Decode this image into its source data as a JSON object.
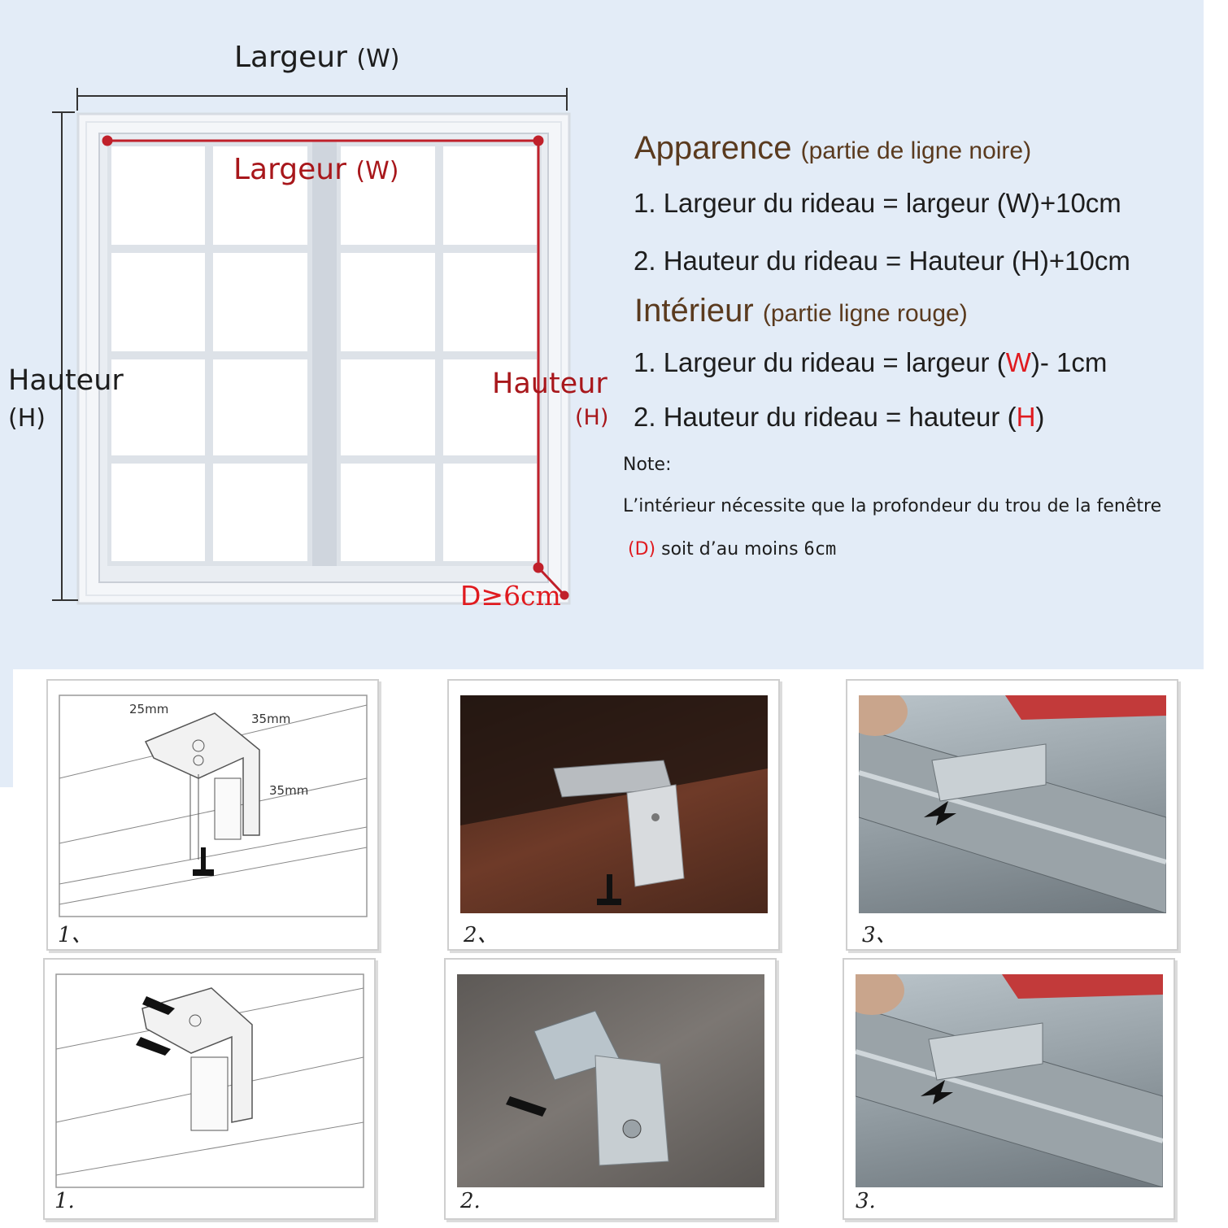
{
  "diagram": {
    "outer_width_label": "Largeur",
    "outer_width_unit": "(W)",
    "inner_width_label": "Largeur",
    "inner_width_unit": "(W)",
    "outer_height_label": "Hauteur",
    "outer_height_unit": "(H)",
    "inner_height_label": "Hauteur",
    "inner_height_unit": "(H)",
    "depth_label": "D≥",
    "depth_value": "6cm"
  },
  "instructions": {
    "appearance_title": "Apparence",
    "appearance_sub": "(partie de ligne noire)",
    "appearance_line1": "1. Largeur du rideau = largeur (W)+10cm",
    "appearance_line2": "2. Hauteur du rideau = Hauteur (H)+10cm",
    "interior_title": "Intérieur",
    "interior_sub": "(partie ligne rouge)",
    "interior_line1_pre": "1. Largeur du rideau = largeur (",
    "interior_line1_w": "W",
    "interior_line1_post": ")-  1cm",
    "interior_line2_pre": "2. Hauteur du rideau = hauteur (",
    "interior_line2_h": "H",
    "interior_line2_post": ")",
    "note_label": "Note:",
    "note_text1": "L’intérieur nécessite que la profondeur du trou de la fenêtre",
    "note_text2_d": "(D)",
    "note_text2_rest": " soit d’au moins ",
    "note_text2_val": "6cm"
  },
  "steps": {
    "dim_a": "25mm",
    "dim_b": "35mm",
    "dim_c": "35mm",
    "row1": [
      "1、",
      "2、",
      "3、"
    ],
    "row2": [
      "1.",
      "2.",
      "3."
    ]
  },
  "colors": {
    "background": "#e3ecf7",
    "red_line": "#c0202a",
    "red_text": "#a8171b",
    "heading_brown": "#5a3a1e"
  }
}
